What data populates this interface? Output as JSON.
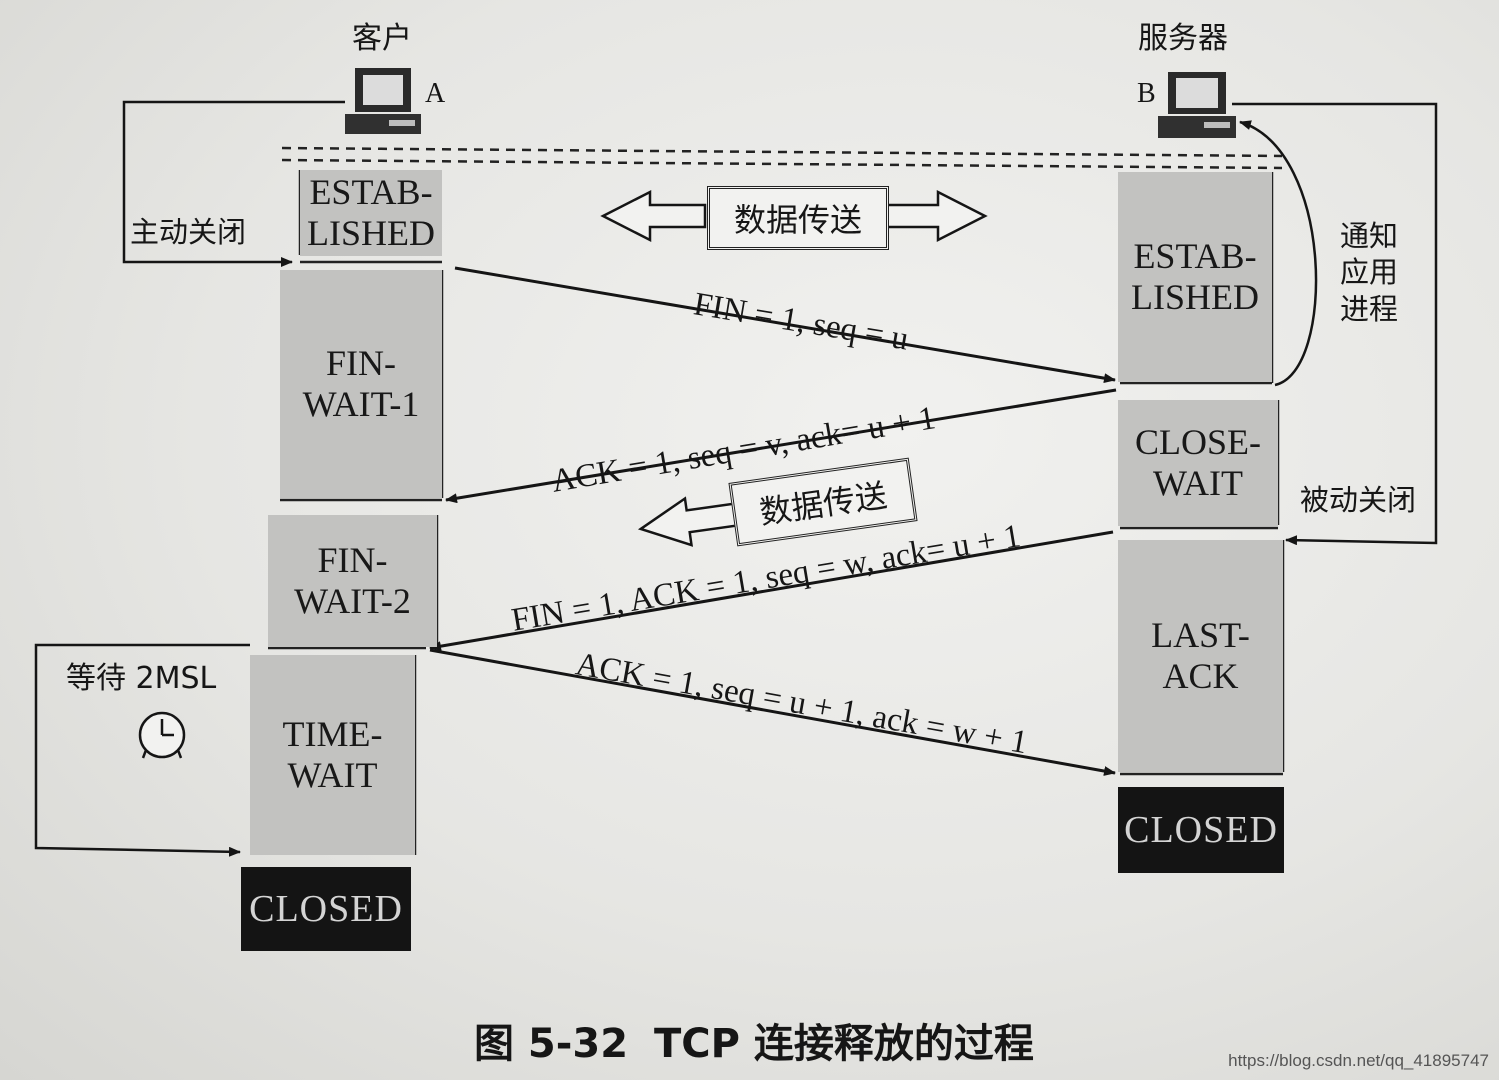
{
  "hosts": {
    "client_label": "客户",
    "client_letter": "A",
    "server_label": "服务器",
    "server_letter": "B"
  },
  "client_states": {
    "established": "ESTAB-\nLISHED",
    "fin_wait_1": "FIN-\nWAIT-1",
    "fin_wait_2": "FIN-\nWAIT-2",
    "time_wait": "TIME-\nWAIT",
    "closed": "CLOSED"
  },
  "server_states": {
    "established": "ESTAB-\nLISHED",
    "close_wait": "CLOSE-\nWAIT",
    "last_ack": "LAST-\nACK",
    "closed": "CLOSED"
  },
  "annotations": {
    "active_close": "主动关闭",
    "passive_close": "被动关闭",
    "notify_app": "通知\n应用\n进程",
    "wait_2msl": "等待 2MSL",
    "data_transfer_1": "数据传送",
    "data_transfer_2": "数据传送"
  },
  "messages": {
    "m1": "FIN = 1, seq = u",
    "m2": "ACK = 1, seq = v, ack= u + 1",
    "m3": "FIN = 1, ACK = 1, seq = w, ack= u + 1",
    "m4": "ACK = 1, seq = u + 1, ack = w + 1"
  },
  "caption": {
    "figure_no": "图 5-32",
    "title": "TCP 连接释放的过程"
  },
  "watermark": "https://blog.csdn.net/qq_41895747"
}
